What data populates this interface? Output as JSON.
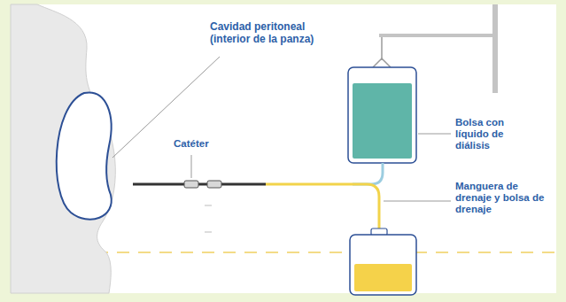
{
  "diagram": {
    "labels": [
      "Cavidad peritoneal (interior de la panza)",
      "Catéter",
      "Bolsa con líquido de diálisis",
      "Manguera de drenaje y bolsa de drenaje"
    ]
  }
}
